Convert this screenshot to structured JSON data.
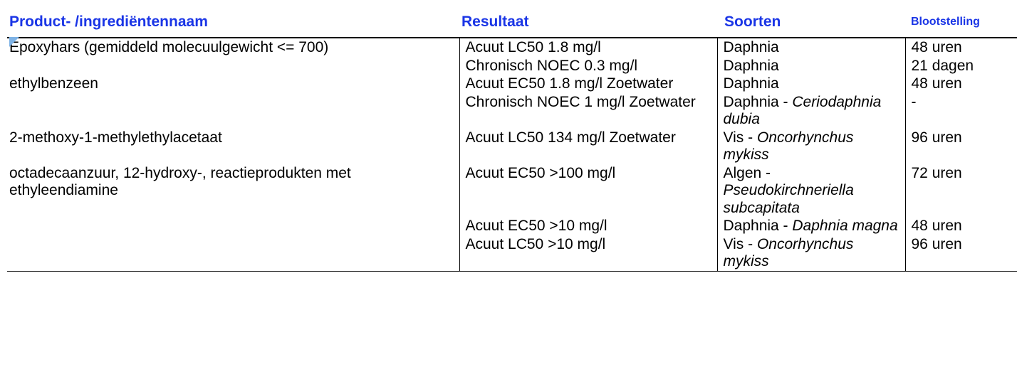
{
  "table": {
    "headers": {
      "name": "Product- /ingrediëntennaam",
      "result": "Resultaat",
      "species": "Soorten",
      "exposure": "Blootstelling"
    },
    "rows": [
      {
        "name": "Epoxyhars (gemiddeld molecuulgewicht <= 700)",
        "result": "Acuut LC50 1.8 mg/l",
        "species_plain": "Daphnia",
        "species_italic": "",
        "exposure": "48 uren"
      },
      {
        "name": "",
        "result": "Chronisch NOEC 0.3 mg/l",
        "species_plain": "Daphnia",
        "species_italic": "",
        "exposure": "21 dagen"
      },
      {
        "name": "ethylbenzeen",
        "result": "Acuut EC50 1.8 mg/l Zoetwater",
        "species_plain": "Daphnia",
        "species_italic": "",
        "exposure": "48 uren"
      },
      {
        "name": "",
        "result": "Chronisch NOEC 1 mg/l Zoetwater",
        "species_plain": "Daphnia - ",
        "species_italic": "Ceriodaphnia dubia",
        "exposure": "-"
      },
      {
        "name": "2-methoxy-1-methylethylacetaat",
        "result": "Acuut LC50 134 mg/l Zoetwater",
        "species_plain": "Vis - ",
        "species_italic": "Oncorhynchus mykiss",
        "exposure": "96 uren"
      },
      {
        "name": "octadecaanzuur, 12-hydroxy-, reactieprodukten met ethyleendiamine",
        "result": "Acuut EC50 >100 mg/l",
        "species_plain": "Algen - ",
        "species_italic": "Pseudokirchneriella subcapitata",
        "exposure": "72 uren"
      },
      {
        "name": "",
        "result": "Acuut EC50 >10 mg/l",
        "species_plain": "Daphnia - ",
        "species_italic": "Daphnia magna",
        "exposure": "48 uren"
      },
      {
        "name": "",
        "result": "Acuut LC50 >10 mg/l",
        "species_plain": "Vis - ",
        "species_italic": "Oncorhynchus mykiss",
        "exposure": "96 uren"
      }
    ]
  },
  "colors": {
    "header_text": "#1a35e6",
    "note_marker": "#7fb3e6"
  },
  "icons": {
    "note_marker": "comment-marker-icon"
  }
}
